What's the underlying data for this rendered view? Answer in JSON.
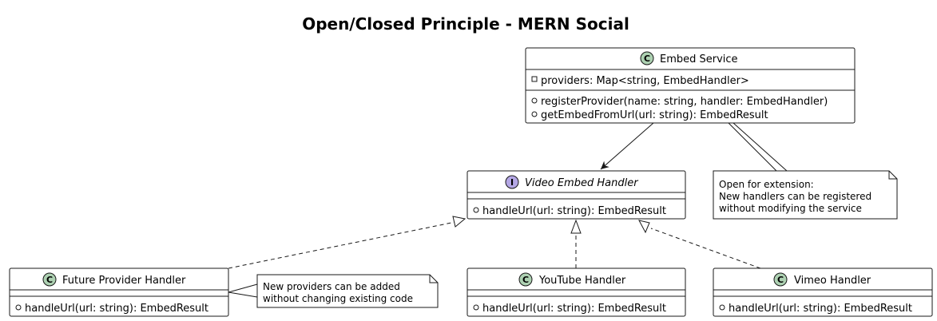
{
  "title": "Open/Closed Principle - MERN Social",
  "classes": {
    "embed_service": {
      "stereotype": "C",
      "name": "Embed Service",
      "fields": [
        "providers: Map<string, EmbedHandler>"
      ],
      "methods": [
        "registerProvider(name: string, handler: EmbedHandler)",
        "getEmbedFromUrl(url: string): EmbedResult"
      ]
    },
    "video_embed_handler": {
      "stereotype": "I",
      "name": "Video Embed Handler",
      "methods": [
        "handleUrl(url: string): EmbedResult"
      ]
    },
    "future_provider_handler": {
      "stereotype": "C",
      "name": "Future Provider Handler",
      "methods": [
        "handleUrl(url: string): EmbedResult"
      ]
    },
    "youtube_handler": {
      "stereotype": "C",
      "name": "YouTube Handler",
      "methods": [
        "handleUrl(url: string): EmbedResult"
      ]
    },
    "vimeo_handler": {
      "stereotype": "C",
      "name": "Vimeo Handler",
      "methods": [
        "handleUrl(url: string): EmbedResult"
      ]
    }
  },
  "notes": {
    "open_for_extension": [
      "Open for extension:",
      "New handlers can be registered",
      "without modifying the service"
    ],
    "new_providers": [
      "New providers can be added",
      "without changing existing code"
    ]
  },
  "colors": {
    "class_fill": "#ffffff",
    "border": "#181818",
    "stereo_class": "#ADD1B2",
    "stereo_interface": "#B4A7E5",
    "note_fill": "#ffffff"
  }
}
